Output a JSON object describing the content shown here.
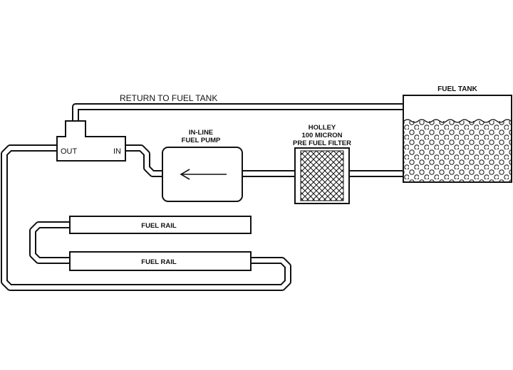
{
  "labels": {
    "return_line": "RETURN TO FUEL TANK",
    "fuel_tank": "FUEL TANK",
    "pump_line1": "IN-LINE",
    "pump_line2": "FUEL PUMP",
    "filter_line1": "HOLLEY",
    "filter_line2": "100 MICRON",
    "filter_line3": "PRE FUEL FILTER",
    "regulator_out": "OUT",
    "regulator_in": "IN",
    "fuel_rail_top": "FUEL RAIL",
    "fuel_rail_bottom": "FUEL RAIL"
  },
  "colors": {
    "line": "#111111",
    "background": "#ffffff"
  },
  "icons": {
    "flow_arrow": "left-arrow-icon",
    "filter_media": "crosshatch-pattern",
    "fuel_in_tank": "circle-bubble-pattern"
  }
}
